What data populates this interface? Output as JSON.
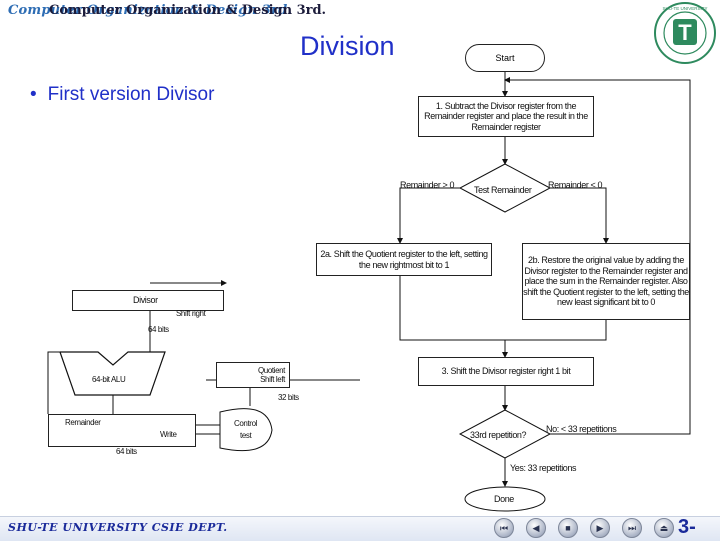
{
  "header": {
    "ghost_text": "Computer Organization & Design 3rd.",
    "main_text": "Computer Organization & Design 3rd."
  },
  "logo": {
    "letter": "T",
    "ring_text": "SHU-TE UNIVERSITY"
  },
  "slide": {
    "title": "Division",
    "bullet": "First version Divisor",
    "bullet_mark": "•"
  },
  "flowchart": {
    "start": "Start",
    "step1": "1. Subtract the Divisor register from the Remainder register and place the result in the Remainder register",
    "test_remainder": "Test Remainder",
    "remainder_ge": "Remainder > 0",
    "remainder_lt": "Remainder < 0",
    "step2a": "2a. Shift the Quotient register to the left, setting the new rightmost bit to 1",
    "step2b": "2b. Restore the original value by adding the Divisor register to the Remainder register and place the sum in the Remainder register. Also shift the Quotient register to the left, setting the new least significant bit to 0",
    "step3": "3. Shift the Divisor register right 1 bit",
    "repetition_q": "33rd repetition?",
    "no_label": "No: < 33 repetitions",
    "yes_label": "Yes: 33 repetitions",
    "done": "Done"
  },
  "hardware": {
    "divisor": "Divisor",
    "shift_right": "Shift right",
    "bits_64_a": "64 bits",
    "alu": "64-bit ALU",
    "quotient": "Quotient",
    "shift_left": "Shift left",
    "bits_32": "32 bits",
    "remainder": "Remainder",
    "write": "Write",
    "control": "Control",
    "test": "test",
    "bits_64_b": "64 bits"
  },
  "footer": {
    "university": "SHU-TE UNIVERSITY CSIE DEPT.",
    "page": "3-",
    "nav_icons": [
      "first-icon",
      "prev-icon",
      "stop-icon",
      "next-icon",
      "last-icon",
      "end-icon"
    ]
  },
  "colors": {
    "accent": "#2030c8",
    "logo": "#2e8a5e",
    "footer": "#1a2a9a"
  }
}
